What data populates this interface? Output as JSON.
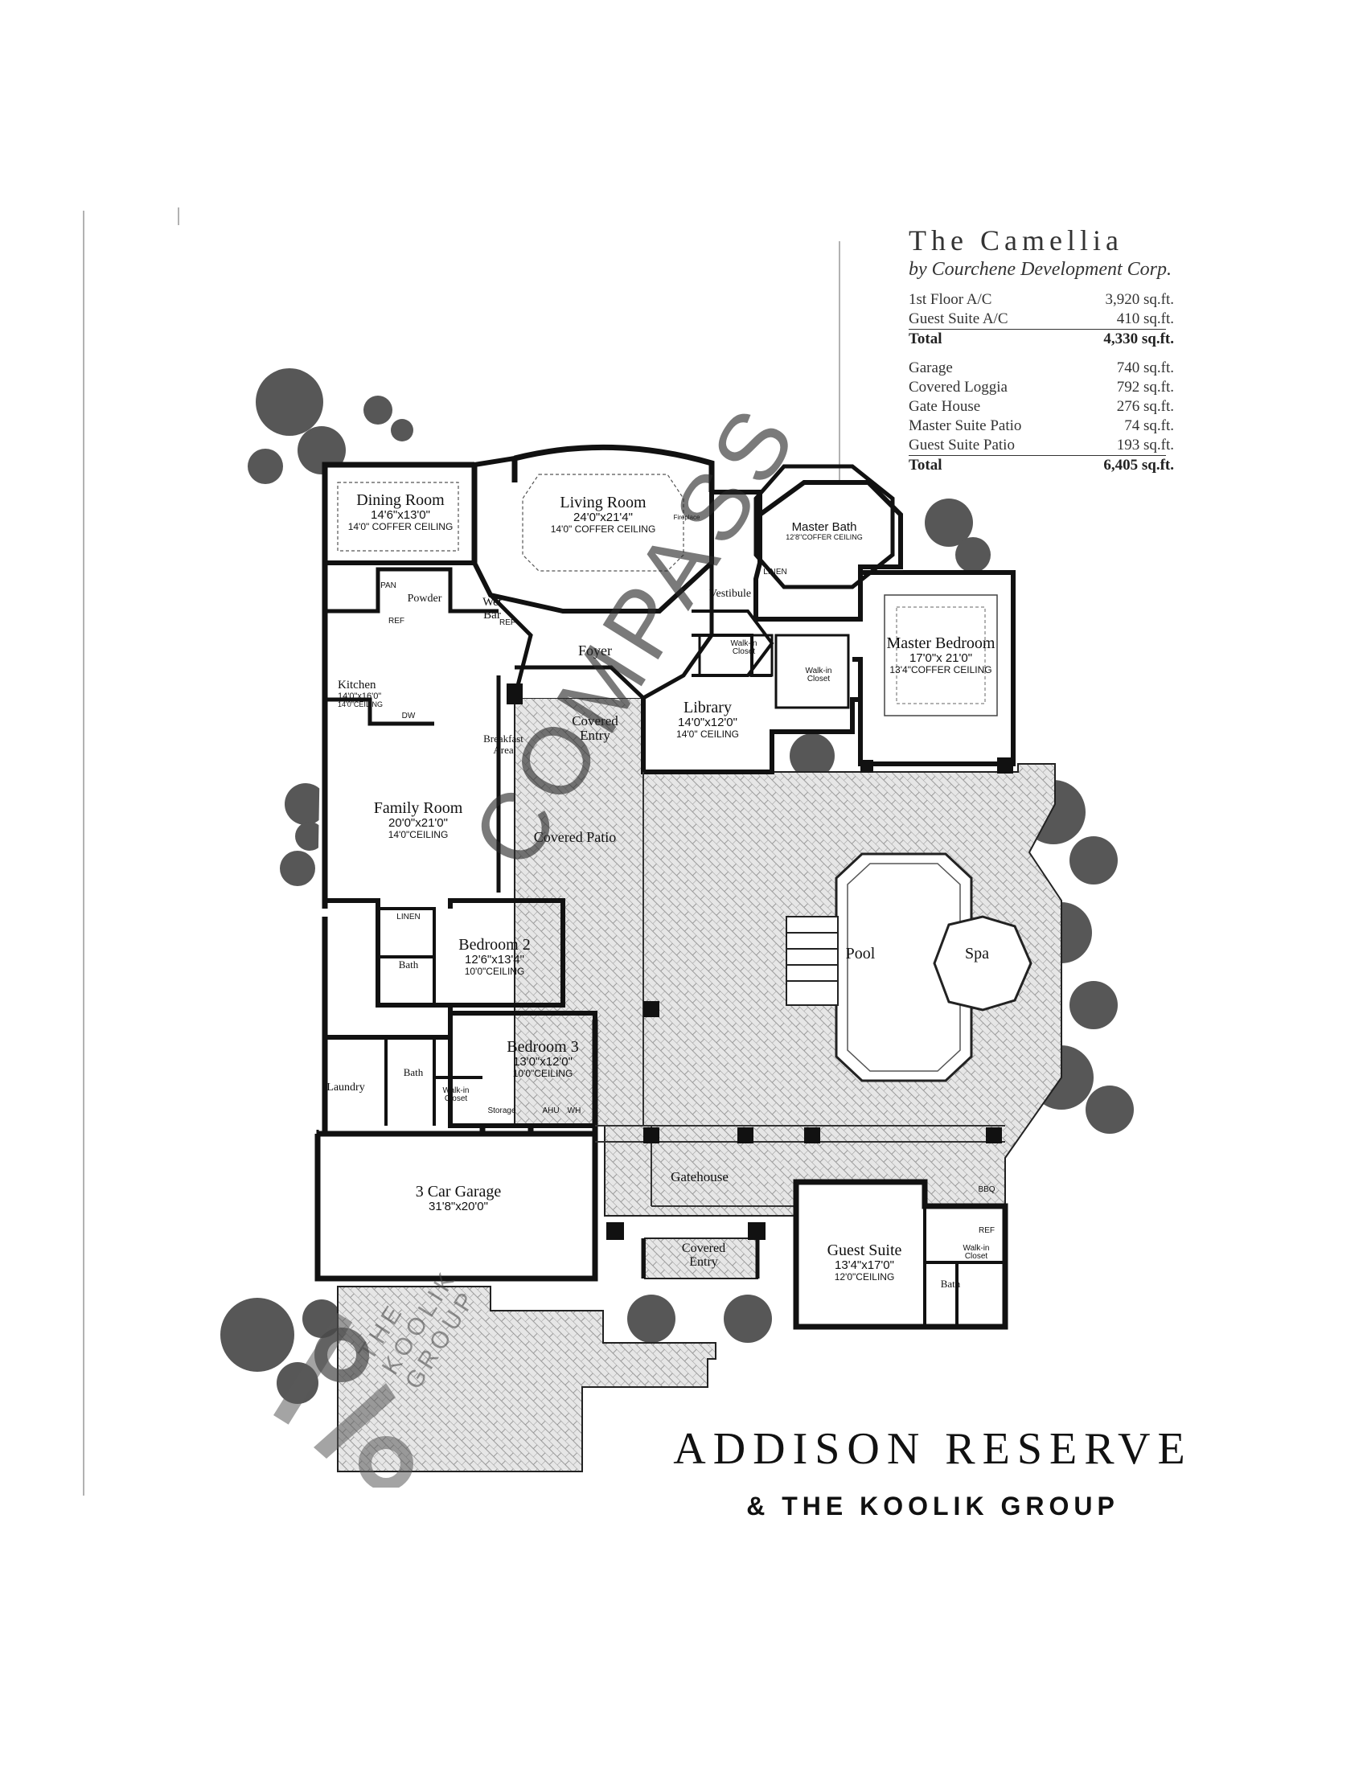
{
  "title_block": {
    "title": "The Camellia",
    "subtitle": "by Courchene Development Corp.",
    "ac_rows": [
      {
        "label": "1st Floor A/C",
        "value": "3,920 sq.ft."
      },
      {
        "label": "Guest Suite A/C",
        "value": "410 sq.ft."
      }
    ],
    "ac_total": {
      "label": "Total",
      "value": "4,330 sq.ft."
    },
    "other_rows": [
      {
        "label": "Garage",
        "value": "740 sq.ft."
      },
      {
        "label": "Covered Loggia",
        "value": "792 sq.ft."
      },
      {
        "label": "Gate House",
        "value": "276 sq.ft."
      },
      {
        "label": "Master Suite Patio",
        "value": "74 sq.ft."
      },
      {
        "label": "Guest Suite Patio",
        "value": "193 sq.ft."
      }
    ],
    "grand_total": {
      "label": "Total",
      "value": "6,405 sq.ft."
    }
  },
  "rooms": {
    "dining": {
      "name": "Dining Room",
      "dims": "14'6\"x13'0\"",
      "ceiling": "14'0\" COFFER CEILING"
    },
    "living": {
      "name": "Living Room",
      "dims": "24'0\"x21'4\"",
      "ceiling": "14'0\" COFFER CEILING"
    },
    "master_bath": {
      "name": "Master Bath",
      "ceiling": "12'8\"COFFER CEILING"
    },
    "master_bedroom": {
      "name": "Master Bedroom",
      "dims": "17'0\"x 21'0\"",
      "ceiling": "13'4\"COFFER CEILING"
    },
    "kitchen": {
      "name": "Kitchen",
      "dims": "14'0\"x16'0\"",
      "ceiling": "14'0\"CEILING"
    },
    "library": {
      "name": "Library",
      "dims": "14'0\"x12'0\"",
      "ceiling": "14'0\" CEILING"
    },
    "family": {
      "name": "Family Room",
      "dims": "20'0\"x21'0\"",
      "ceiling": "14'0\"CEILING"
    },
    "bedroom2": {
      "name": "Bedroom 2",
      "dims": "12'6\"x13'4\"",
      "ceiling": "10'0\"CEILING"
    },
    "bedroom3": {
      "name": "Bedroom 3",
      "dims": "13'0\"x12'0\"",
      "ceiling": "10'0\"CEILING"
    },
    "garage": {
      "name": "3 Car Garage",
      "dims": "31'8\"x20'0\""
    },
    "guest_suite": {
      "name": "Guest Suite",
      "dims": "13'4\"x17'0\"",
      "ceiling": "12'0\"CEILING"
    }
  },
  "labels": {
    "foyer": "Foyer",
    "vestibule": "Vestibule",
    "wet_bar_1": "Wet",
    "wet_bar_2": "Bar",
    "powder": "Powder",
    "covered_entry_top": "Covered Entry",
    "covered_entry_bottom": "Covered Entry",
    "covered_patio": "Covered Patio",
    "breakfast_1": "Breakfast",
    "breakfast_2": "Area",
    "pool": "Pool",
    "spa": "Spa",
    "gatehouse": "Gatehouse",
    "laundry": "Laundry",
    "storage": "Storage",
    "bath_b2": "Bath",
    "bath_b3": "Bath",
    "bath_guest": "Bath",
    "walk_in_closet_master_1": "Walk-in Closet",
    "walk_in_closet_master_2": "Walk-in Closet",
    "walk_in_closet_b3": "Walk-in Closet",
    "walk_in_closet_guest": "Walk-in Closet",
    "linen_master": "LINEN",
    "linen_b2": "LINEN",
    "fireplace": "Fireplace",
    "pan": "PAN",
    "ref_kitchen": "REF",
    "ref_bar": "REF",
    "ref_guest": "REF",
    "dw": "DW",
    "ahu": "AHU",
    "wh": "WH",
    "bbq": "BBQ"
  },
  "watermarks": {
    "compass": "COMPASS",
    "koolik_1": "THE",
    "koolik_2": "KOOLIK",
    "koolik_3": "GROUP"
  },
  "brand": {
    "line1": "ADDISON RESERVE",
    "line2": "& THE KOOLIK GROUP"
  }
}
